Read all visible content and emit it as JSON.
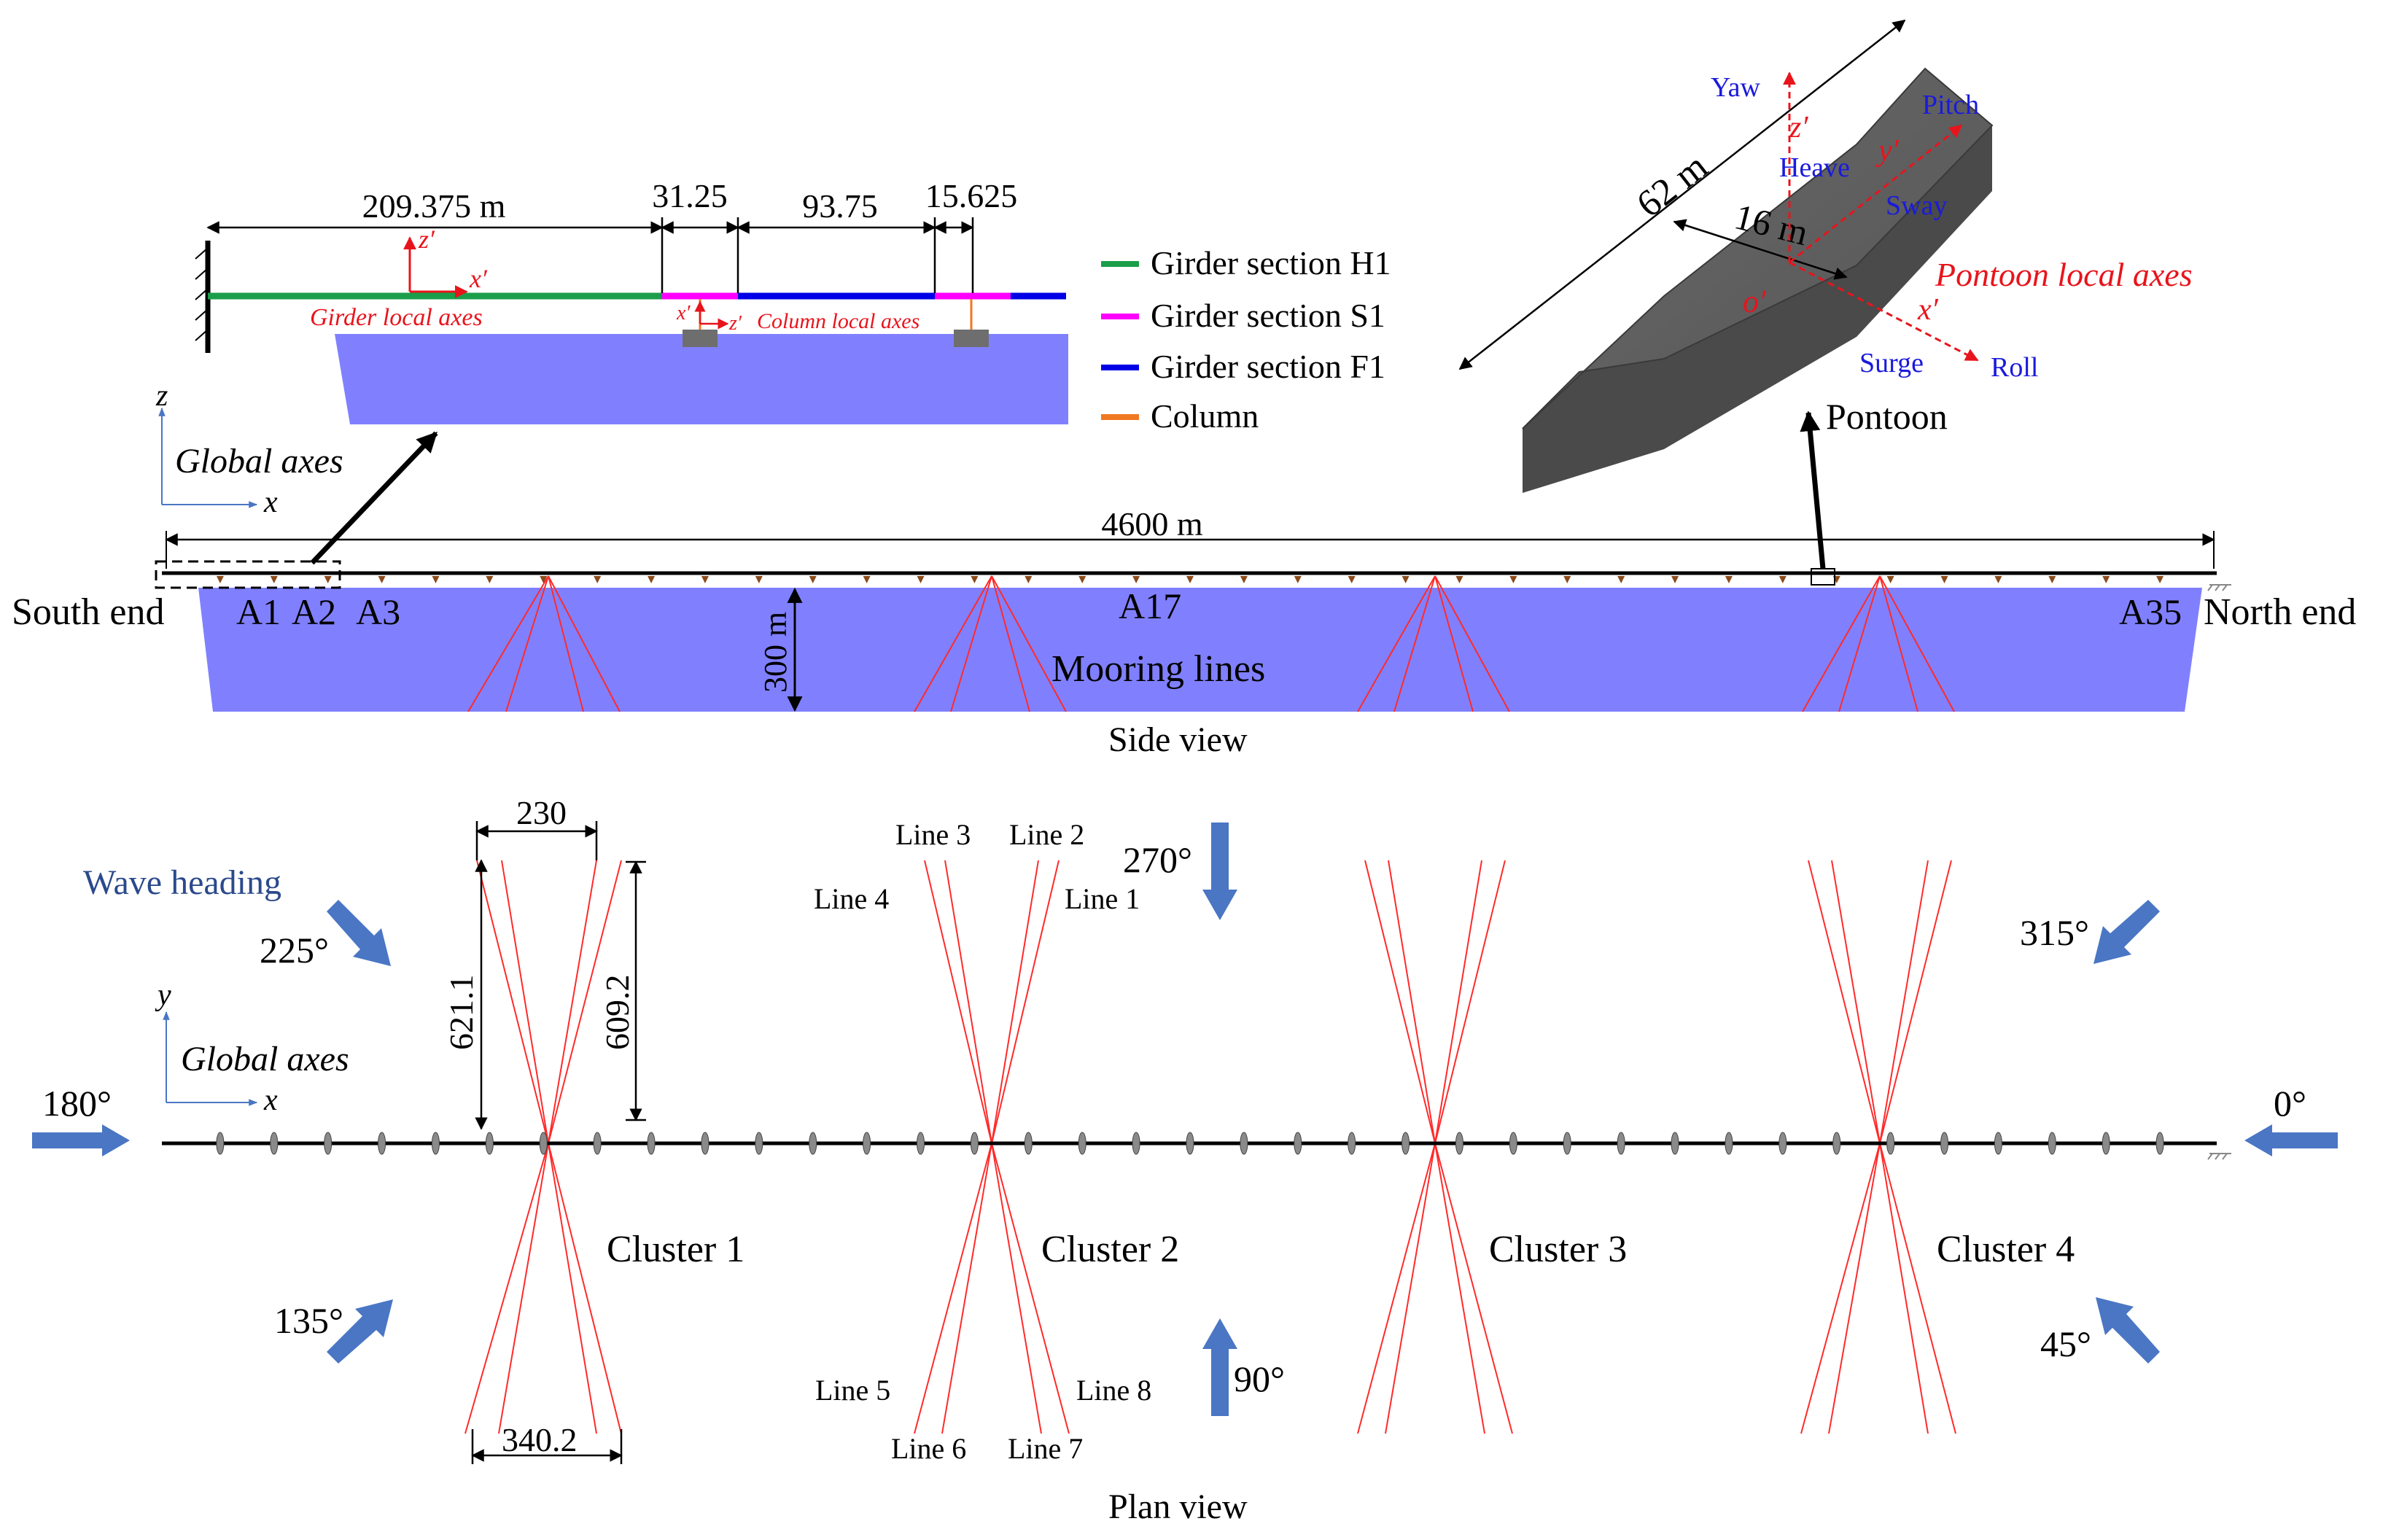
{
  "colors": {
    "water": "#8080ff",
    "girder_h1": "#1a9e4a",
    "girder_s1": "#ff00ff",
    "girder_f1": "#0000e6",
    "column": "#f07820",
    "mooring": "#ff2a2a",
    "arrow": "#4a76c4",
    "pontoon": "#5a5a5a",
    "local_axes": "#e8141c",
    "dof_labels": "#1a1adc"
  },
  "detail": {
    "dim_1": "209.375 m",
    "dim_2": "31.25",
    "dim_3": "93.75",
    "dim_4": "15.625",
    "z_prime": "z′",
    "x_prime": "x′",
    "girder_axes_label": "Girder local axes",
    "column_x": "x′",
    "column_z": "z′",
    "column_axes_label": "Column local axes"
  },
  "legend": [
    {
      "label": "Girder section H1",
      "color": "#1a9e4a"
    },
    {
      "label": "Girder section S1",
      "color": "#ff00ff"
    },
    {
      "label": "Girder section F1",
      "color": "#0000e6"
    },
    {
      "label": "Column",
      "color": "#f07820"
    }
  ],
  "pontoon": {
    "length": "62 m",
    "width": "16 m",
    "yaw": "Yaw",
    "pitch": "Pitch",
    "heave": "Heave",
    "sway": "Sway",
    "surge": "Surge",
    "roll": "Roll",
    "z_axis": "z′",
    "y_axis": "y′",
    "x_axis": "x′",
    "origin": "o′",
    "local_axes_label": "Pontoon local axes",
    "name": "Pontoon"
  },
  "side_view": {
    "axis_z": "z",
    "axis_x": "x",
    "axes_label": "Global axes",
    "total_length": "4600 m",
    "south_end": "South end",
    "north_end": "North end",
    "axis_labels": [
      "A1",
      "A2",
      "A3",
      "A17",
      "A35"
    ],
    "depth": "300 m",
    "mooring_label": "Mooring lines",
    "caption": "Side view"
  },
  "plan_view": {
    "dim_top": "230",
    "dim_left": "621.1",
    "dim_right": "609.2",
    "dim_bottom": "340.2",
    "lines": [
      "Line 1",
      "Line 2",
      "Line 3",
      "Line 4",
      "Line 5",
      "Line 6",
      "Line 7",
      "Line 8"
    ],
    "wave_heading": "Wave heading",
    "headings": [
      "0°",
      "45°",
      "90°",
      "135°",
      "180°",
      "225°",
      "270°",
      "315°"
    ],
    "axis_y": "y",
    "axis_x": "x",
    "axes_label": "Global axes",
    "clusters": [
      "Cluster 1",
      "Cluster 2",
      "Cluster 3",
      "Cluster 4"
    ],
    "caption": "Plan view"
  }
}
